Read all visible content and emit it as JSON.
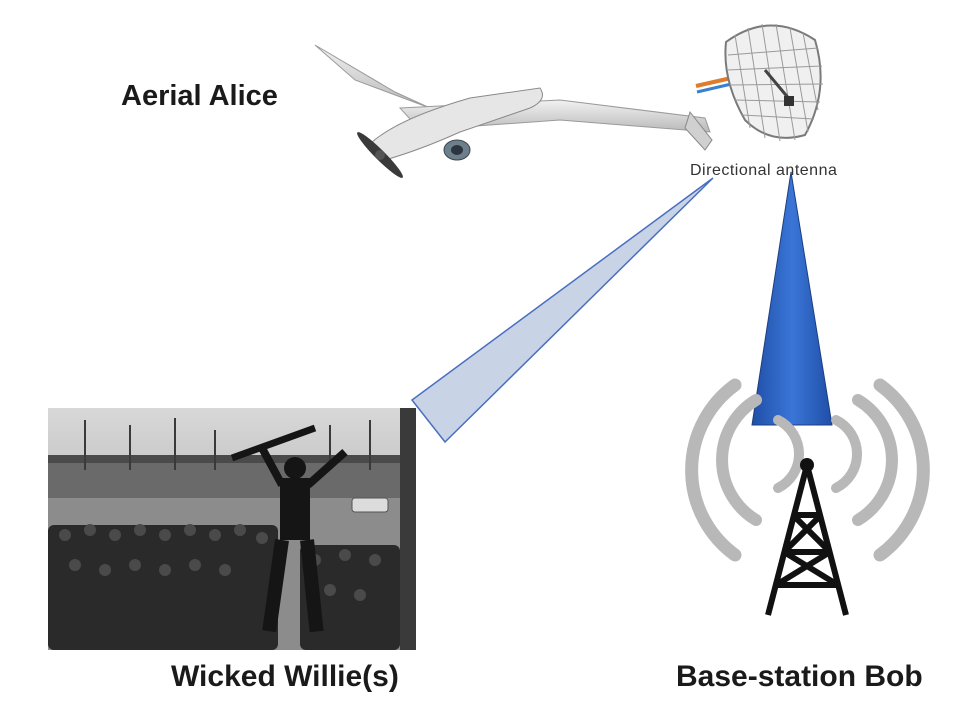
{
  "labels": {
    "aerial": "Aerial Alice",
    "antenna": "Directional antenna",
    "willie": "Wicked Willie(s)",
    "bob": "Base-station Bob"
  },
  "colors": {
    "beam_to_willie_fill": "#c8d3e6",
    "beam_to_willie_stroke": "#4a6fbf",
    "beam_to_bob": "#2a5fc0",
    "radio_waves": "#b8b8b8",
    "tower": "#111111"
  },
  "icons": {
    "drone": "uav-drone-icon",
    "antenna": "grid-antenna-icon",
    "tower": "radio-tower-icon",
    "photo": "soldiers-photo"
  }
}
